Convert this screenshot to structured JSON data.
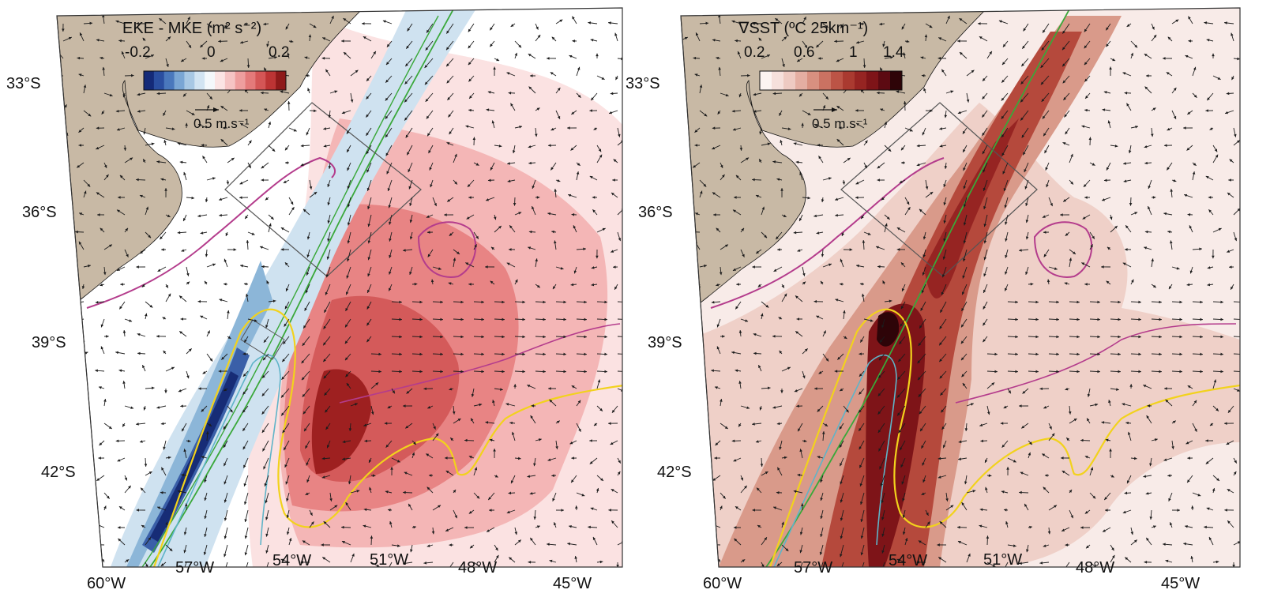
{
  "colors": {
    "land": "#c8b9a5",
    "frame": "#333333",
    "arrow": "#1c1c1c",
    "contour_magenta": "#b43c8c",
    "contour_green": "#3aa83a",
    "contour_yellow": "#f2d21c",
    "contour_cyan": "#5fb4c8",
    "box": "#555555"
  },
  "axes": {
    "lon_labels": [
      "60°W",
      "57°W",
      "54°W",
      "51°W",
      "48°W",
      "45°W"
    ],
    "lat_labels": [
      "33°S",
      "36°S",
      "39°S",
      "42°S"
    ]
  },
  "panels": [
    {
      "id": "eke",
      "colorbar": {
        "title": "EKE - MKE (m² s⁻²)",
        "tick_labels": [
          "-0.2",
          "0",
          "0.2"
        ],
        "colors": [
          "#142a78",
          "#2a4ea0",
          "#4a78bc",
          "#7aa6d4",
          "#a8c8e4",
          "#d2e4f2",
          "#f4f8fb",
          "#fbe4e4",
          "#f5c4c4",
          "#ee9e9e",
          "#e47a7a",
          "#d45656",
          "#bc3434",
          "#8e1a1a"
        ]
      },
      "reference_vector": {
        "label": "0.5 m.s⁻¹"
      }
    },
    {
      "id": "gradsst",
      "colorbar": {
        "title": "∇SST (ºC 25km⁻¹)",
        "tick_labels": [
          "0.2",
          "0.6",
          "1",
          "1.4"
        ],
        "colors": [
          "#fcf4f2",
          "#f6e0dc",
          "#eecac2",
          "#e4aea2",
          "#d89080",
          "#ca7262",
          "#bc5446",
          "#aa3a30",
          "#962422",
          "#7e1418",
          "#5c0a12",
          "#2e0408"
        ]
      },
      "reference_vector": {
        "label": "0.5 m.s⁻¹"
      }
    }
  ]
}
